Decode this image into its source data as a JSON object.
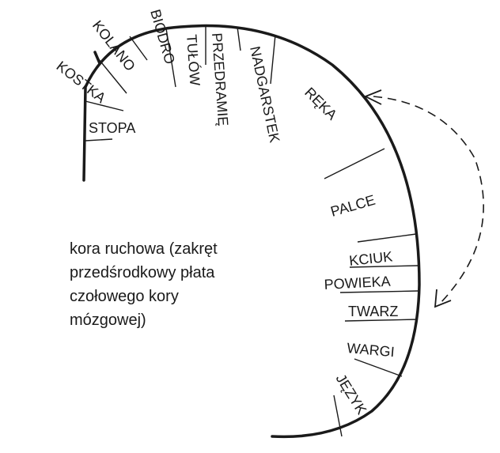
{
  "labels": {
    "stopa": "STOPA",
    "kostka": "KOSTKA",
    "kolano": "KOLANO",
    "biodro": "BIODRO",
    "tulow": "TUŁÓW",
    "przedramie": "PRZEDRAMIĘ",
    "nadgarstek": "NADGARSTEK",
    "reka": "RĘKA",
    "palce": "PALCE",
    "kciuk": "KCIUK",
    "powieka": "POWIEKA",
    "twarz": "TWARZ",
    "wargi": "WARGI",
    "jezyk": "JĘZYK"
  },
  "caption": {
    "line1": "kora ruchowa (zakręt",
    "line2": "przedśrodkowy płata",
    "line3": "czołowego kory",
    "line4": "mózgowej)"
  },
  "colors": {
    "ink": "#1a1a1a",
    "background": "#ffffff"
  }
}
